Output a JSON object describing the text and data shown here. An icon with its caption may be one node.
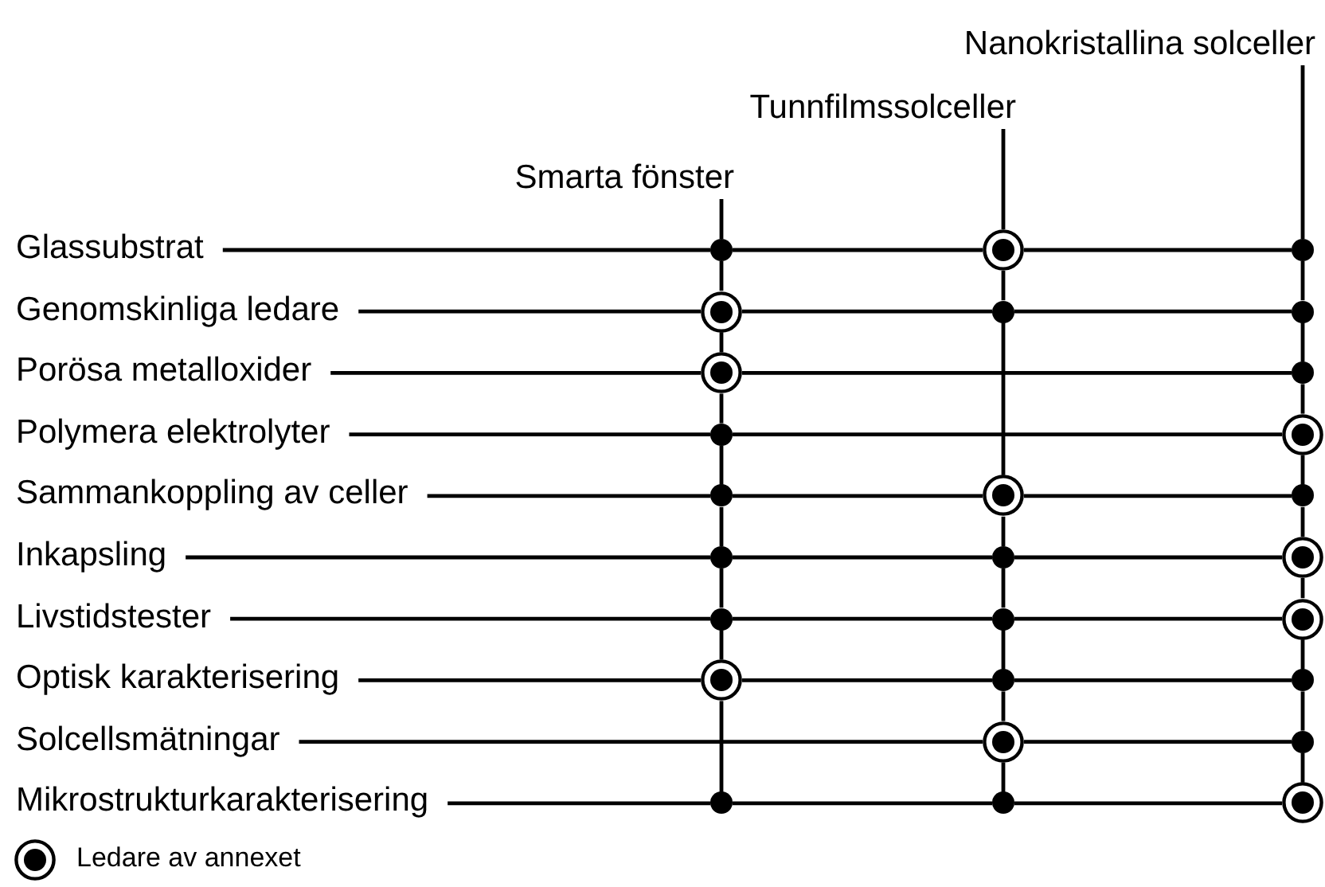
{
  "diagram": {
    "nodes": [
      {
        "text": [
          "Nanokristallina solceller"
        ]
      },
      {
        "text": [
          "Tunnfilmssolceller"
        ]
      },
      {
        "text": [
          "Smarta fönster"
        ]
      },
      {
        "text": [
          "Glassubstrat"
        ]
      },
      {
        "text": [],
        "shape": "dot"
      },
      {
        "text": [],
        "shape": "ring"
      },
      {
        "text": [],
        "shape": "dot"
      },
      {
        "text": [
          "Genomskinliga ledare"
        ]
      },
      {
        "text": [],
        "shape": "ring"
      },
      {
        "text": [],
        "shape": "dot"
      },
      {
        "text": [],
        "shape": "dot"
      },
      {
        "text": [
          "Porösa metalloxider"
        ]
      },
      {
        "text": [],
        "shape": "ring"
      },
      {
        "text": [],
        "shape": "dot"
      },
      {
        "text": [
          "Polymera elektrolyter"
        ]
      },
      {
        "text": [],
        "shape": "dot"
      },
      {
        "text": [],
        "shape": "ring"
      },
      {
        "text": [
          "Sammankoppling av celler"
        ]
      },
      {
        "text": [],
        "shape": "dot"
      },
      {
        "text": [],
        "shape": "ring"
      },
      {
        "text": [],
        "shape": "dot"
      },
      {
        "text": [
          "Inkapsling"
        ]
      },
      {
        "text": [],
        "shape": "dot"
      },
      {
        "text": [],
        "shape": "dot"
      },
      {
        "text": [],
        "shape": "ring"
      },
      {
        "text": [
          "Livstidstester"
        ]
      },
      {
        "text": [],
        "shape": "dot"
      },
      {
        "text": [],
        "shape": "dot"
      },
      {
        "text": [],
        "shape": "ring"
      },
      {
        "text": [
          "Optisk karakterisering"
        ]
      },
      {
        "text": [],
        "shape": "ring"
      },
      {
        "text": [],
        "shape": "dot"
      },
      {
        "text": [],
        "shape": "dot"
      },
      {
        "text": [
          "Solcellsmätningar"
        ]
      },
      {
        "text": [],
        "shape": "ring"
      },
      {
        "text": [],
        "shape": "dot"
      },
      {
        "text": [
          "Mikrostrukturkarakterisering"
        ]
      },
      {
        "text": [],
        "shape": "dot"
      },
      {
        "text": [],
        "shape": "dot"
      },
      {
        "text": [],
        "shape": "ring"
      }
    ],
    "edges": [
      {
        "from": 3,
        "to": 4,
        "arrow": "none"
      },
      {
        "from": 4,
        "to": 5,
        "arrow": "none"
      },
      {
        "from": 5,
        "to": 6,
        "arrow": "none"
      },
      {
        "from": 7,
        "to": 8,
        "arrow": "none"
      },
      {
        "from": 8,
        "to": 9,
        "arrow": "none"
      },
      {
        "from": 9,
        "to": 10,
        "arrow": "none"
      },
      {
        "from": 11,
        "to": 12,
        "arrow": "none"
      },
      {
        "from": 12,
        "to": 13,
        "arrow": "none"
      },
      {
        "from": 14,
        "to": 15,
        "arrow": "none"
      },
      {
        "from": 15,
        "to": 16,
        "arrow": "none"
      },
      {
        "from": 17,
        "to": 18,
        "arrow": "none"
      },
      {
        "from": 18,
        "to": 19,
        "arrow": "none"
      },
      {
        "from": 19,
        "to": 20,
        "arrow": "none"
      },
      {
        "from": 21,
        "to": 22,
        "arrow": "none"
      },
      {
        "from": 22,
        "to": 23,
        "arrow": "none"
      },
      {
        "from": 23,
        "to": 24,
        "arrow": "none"
      },
      {
        "from": 25,
        "to": 26,
        "arrow": "none"
      },
      {
        "from": 26,
        "to": 27,
        "arrow": "none"
      },
      {
        "from": 27,
        "to": 28,
        "arrow": "none"
      },
      {
        "from": 29,
        "to": 30,
        "arrow": "none"
      },
      {
        "from": 30,
        "to": 31,
        "arrow": "none"
      },
      {
        "from": 31,
        "to": 32,
        "arrow": "none"
      },
      {
        "from": 33,
        "to": 34,
        "arrow": "none"
      },
      {
        "from": 34,
        "to": 35,
        "arrow": "none"
      },
      {
        "from": 36,
        "to": 37,
        "arrow": "none"
      },
      {
        "from": 37,
        "to": 38,
        "arrow": "none"
      },
      {
        "from": 38,
        "to": 39,
        "arrow": "none"
      },
      {
        "from": 2,
        "to": 4,
        "arrow": "none"
      },
      {
        "from": 4,
        "to": 8,
        "arrow": "none"
      },
      {
        "from": 8,
        "to": 12,
        "arrow": "none"
      },
      {
        "from": 12,
        "to": 15,
        "arrow": "none"
      },
      {
        "from": 15,
        "to": 18,
        "arrow": "none"
      },
      {
        "from": 18,
        "to": 22,
        "arrow": "none"
      },
      {
        "from": 22,
        "to": 26,
        "arrow": "none"
      },
      {
        "from": 26,
        "to": 30,
        "arrow": "none"
      },
      {
        "from": 30,
        "to": 37,
        "arrow": "none"
      },
      {
        "from": 1,
        "to": 5,
        "arrow": "none"
      },
      {
        "from": 5,
        "to": 9,
        "arrow": "none"
      },
      {
        "from": 9,
        "to": 19,
        "arrow": "none"
      },
      {
        "from": 19,
        "to": 23,
        "arrow": "none"
      },
      {
        "from": 23,
        "to": 27,
        "arrow": "none"
      },
      {
        "from": 27,
        "to": 31,
        "arrow": "none"
      },
      {
        "from": 31,
        "to": 34,
        "arrow": "none"
      },
      {
        "from": 34,
        "to": 38,
        "arrow": "none"
      },
      {
        "from": 0,
        "to": 6,
        "arrow": "none"
      },
      {
        "from": 6,
        "to": 10,
        "arrow": "none"
      },
      {
        "from": 10,
        "to": 13,
        "arrow": "none"
      },
      {
        "from": 13,
        "to": 16,
        "arrow": "none"
      },
      {
        "from": 16,
        "to": 20,
        "arrow": "none"
      },
      {
        "from": 20,
        "to": 24,
        "arrow": "none"
      },
      {
        "from": 24,
        "to": 28,
        "arrow": "none"
      },
      {
        "from": 28,
        "to": 32,
        "arrow": "none"
      },
      {
        "from": 32,
        "to": 35,
        "arrow": "none"
      },
      {
        "from": 35,
        "to": 39,
        "arrow": "none"
      }
    ],
    "legend": [
      {
        "text": "Ledare av annexet"
      }
    ]
  }
}
